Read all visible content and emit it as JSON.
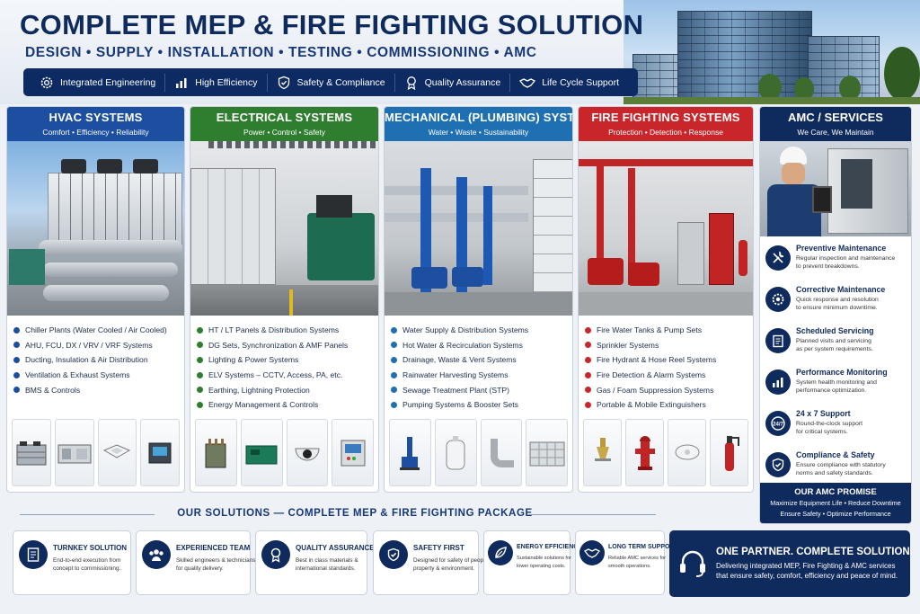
{
  "header": {
    "title": "COMPLETE MEP & FIRE FIGHTING SOLUTION",
    "subtitle": "DESIGN • SUPPLY • INSTALLATION • TESTING • COMMISSIONING • AMC",
    "features": [
      {
        "icon": "gear-icon",
        "label": "Integrated Engineering"
      },
      {
        "icon": "bar-chart-icon",
        "label": "High Efficiency"
      },
      {
        "icon": "shield-check-icon",
        "label": "Safety & Compliance"
      },
      {
        "icon": "award-medal-icon",
        "label": "Quality Assurance"
      },
      {
        "icon": "handshake-icon",
        "label": "Life Cycle Support"
      }
    ]
  },
  "columns": [
    {
      "title": "HVAC SYSTEMS",
      "subtitle": "Comfort • Efficiency • Reliability",
      "color": "#1c4fa0",
      "dot_color": "#1c4fa0",
      "items": [
        "Chiller Plants (Water Cooled / Air Cooled)",
        "AHU, FCU, DX / VRV / VRF Systems",
        "Ducting, Insulation & Air Distribution",
        "Ventilation & Exhaust Systems",
        "BMS & Controls"
      ],
      "thumbs": [
        "chiller-unit-icon",
        "air-handling-unit-icon",
        "cassette-ac-icon",
        "control-panel-icon"
      ]
    },
    {
      "title": "ELECTRICAL SYSTEMS",
      "subtitle": "Power • Control • Safety",
      "color": "#2f7d2f",
      "dot_color": "#2f7d2f",
      "items": [
        "HT / LT Panels & Distribution Systems",
        "DG Sets, Synchronization & AMF Panels",
        "Lighting & Power Systems",
        "ELV Systems – CCTV, Access, PA, etc.",
        "Earthing, Lightning Protection",
        "Energy Management & Controls"
      ],
      "thumbs": [
        "transformer-icon",
        "generator-icon",
        "cctv-camera-icon",
        "access-panel-icon"
      ]
    },
    {
      "title": "MECHANICAL (PLUMBING) SYSTEMS",
      "subtitle": "Water • Waste • Sustainability",
      "color": "#1f6fb3",
      "dot_color": "#1f6fb3",
      "items": [
        "Water Supply & Distribution Systems",
        "Hot Water & Recirculation Systems",
        "Drainage, Waste & Vent Systems",
        "Rainwater Harvesting Systems",
        "Sewage Treatment Plant (STP)",
        "Pumping Systems & Booster Sets"
      ],
      "thumbs": [
        "pump-icon",
        "water-tank-icon",
        "pipe-fitting-icon",
        "steel-tank-icon"
      ]
    },
    {
      "title": "FIRE FIGHTING SYSTEMS",
      "subtitle": "Protection • Detection • Response",
      "color": "#c8262b",
      "dot_color": "#c8262b",
      "items": [
        "Fire Water Tanks & Pump Sets",
        "Sprinkler Systems",
        "Fire Hydrant & Hose Reel Systems",
        "Fire Detection & Alarm Systems",
        "Gas / Foam Suppression Systems",
        "Portable & Mobile Extinguishers"
      ],
      "thumbs": [
        "sprinkler-icon",
        "fire-hydrant-icon",
        "smoke-detector-icon",
        "extinguisher-icon"
      ]
    }
  ],
  "services": {
    "title": "AMC / SERVICES",
    "subtitle": "We Care, We Maintain",
    "items": [
      {
        "icon": "wrench-icon",
        "title": "Preventive Maintenance",
        "desc1": "Regular inspection and maintenance",
        "desc2": "to prevent breakdowns."
      },
      {
        "icon": "gear-icon",
        "title": "Corrective Maintenance",
        "desc1": "Quick response and resolution",
        "desc2": "to ensure minimum downtime."
      },
      {
        "icon": "clipboard-icon",
        "title": "Scheduled Servicing",
        "desc1": "Planned visits and servicing",
        "desc2": "as per system requirements."
      },
      {
        "icon": "monitor-chart-icon",
        "title": "Performance Monitoring",
        "desc1": "System health monitoring and",
        "desc2": "performance optimization."
      },
      {
        "icon": "clock-247-icon",
        "title": "24 x 7 Support",
        "desc1": "Round-the-clock support",
        "desc2": "for critical systems."
      },
      {
        "icon": "shield-check-icon",
        "title": "Compliance & Safety",
        "desc1": "Ensure compliance with statutory",
        "desc2": "norms and safety standards."
      }
    ],
    "promise_title": "OUR AMC PROMISE",
    "promise_line1": "Maximize Equipment Life • Reduce Downtime",
    "promise_line2": "Ensure Safety • Optimize Performance"
  },
  "solutions": {
    "title": "OUR SOLUTIONS — COMPLETE MEP & FIRE FIGHTING PACKAGE",
    "cards": [
      {
        "icon": "document-icon",
        "title": "TURNKEY SOLUTION",
        "desc1": "End-to-end execution from",
        "desc2": "concept to commissioning."
      },
      {
        "icon": "team-icon",
        "title": "EXPERIENCED TEAM",
        "desc1": "Skilled engineers & technicians",
        "desc2": "for quality delivery."
      },
      {
        "icon": "award-medal-icon",
        "title": "QUALITY ASSURANCE",
        "desc1": "Best in class materials &",
        "desc2": "international standards."
      },
      {
        "icon": "shield-check-icon",
        "title": "SAFETY FIRST",
        "desc1": "Designed for safety of people,",
        "desc2": "property & environment."
      },
      {
        "icon": "leaf-icon",
        "title": "ENERGY EFFICIENCY",
        "desc1": "Sustainable solutions for",
        "desc2": "lower operating costs."
      },
      {
        "icon": "handshake-icon",
        "title": "LONG TERM SUPPORT",
        "desc1": "Reliable AMC services for",
        "desc2": "smooth operations."
      }
    ],
    "partner_title": "ONE PARTNER. COMPLETE SOLUTION.",
    "partner_line1": "Delivering integrated MEP, Fire Fighting & AMC services",
    "partner_line2": "that ensure safety, comfort, efficiency and peace of mind."
  }
}
